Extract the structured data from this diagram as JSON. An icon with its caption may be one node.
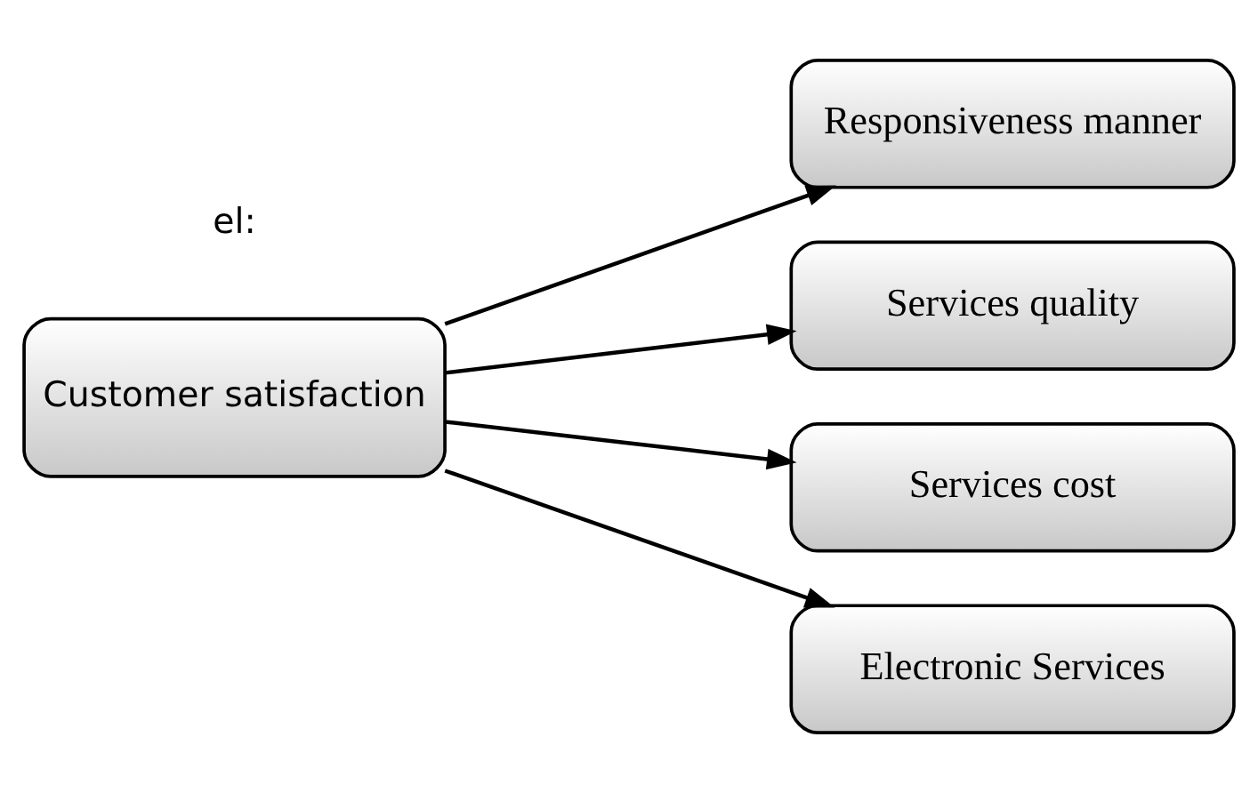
{
  "diagram": {
    "nodes": [
      {
        "text": [
          "Customer satisfaction"
        ]
      },
      {
        "text": [
          "Responsiveness manner"
        ]
      },
      {
        "text": [
          "Services quality"
        ]
      },
      {
        "text": [
          "Services cost"
        ]
      },
      {
        "text": [
          "Electronic Services"
        ]
      }
    ],
    "edges": [
      {
        "from": 0,
        "to": 1,
        "arrow": "to"
      },
      {
        "from": 0,
        "to": 2,
        "arrow": "to"
      },
      {
        "from": 0,
        "to": 3,
        "arrow": "to"
      },
      {
        "from": 0,
        "to": 4,
        "arrow": "to"
      }
    ],
    "labels": [
      "el:"
    ]
  }
}
